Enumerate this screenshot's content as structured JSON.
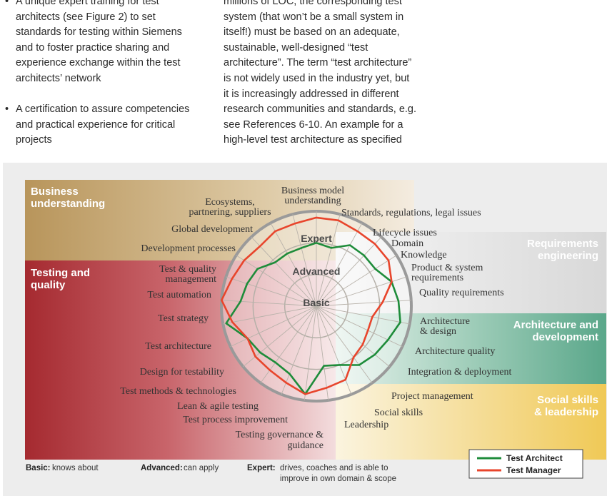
{
  "text": {
    "left_items": [
      [
        "A unique expert training for test",
        "architects (see Figure 2) to set",
        "standards for testing within Siemens",
        "and to foster practice sharing and",
        "experience exchange within the test",
        "architects’ network"
      ],
      [
        "A certification to assure competencies",
        "and practical experience for critical",
        "projects"
      ]
    ],
    "right_lines": [
      "millions of LOC, the corresponding test",
      "system (that won’t be a small system in",
      "itself!) must be based on an adequate,",
      "sustainable, well-designed “test",
      "architecture”. The term “test architecture”",
      "is not widely used in the industry yet, but",
      "it is increasingly addressed in different",
      "research communities and standards, e.g.",
      "see References 6-10. An example for a",
      "high-level test architecture as specified"
    ]
  },
  "figure": {
    "areas": [
      {
        "lines": [
          "Business",
          "understanding"
        ],
        "color": "#b8955b"
      },
      {
        "lines": [
          "Testing and",
          "quality"
        ],
        "color": "#a52a30"
      },
      {
        "lines": [
          "Requirements",
          "engineering"
        ],
        "color": "#dedede"
      },
      {
        "lines": [
          "Architecture and",
          "development"
        ],
        "color": "#5aa78a"
      },
      {
        "lines": [
          "Social skills",
          "& leadership"
        ],
        "color": "#f0c956"
      }
    ],
    "rings": [
      "Basic",
      "Advanced",
      "Expert"
    ],
    "skills": [
      {
        "lines": [
          "Business model",
          "understanding"
        ]
      },
      {
        "lines": [
          "Standards, regulations, legal issues"
        ]
      },
      {
        "lines": [
          "Lifecycle issues"
        ]
      },
      {
        "lines": [
          "Domain"
        ]
      },
      {
        "lines": [
          "Knowledge"
        ]
      },
      {
        "lines": [
          "Product & system",
          "requirements"
        ]
      },
      {
        "lines": [
          "Quality requirements"
        ]
      },
      {
        "lines": [
          "Architecture",
          "& design"
        ]
      },
      {
        "lines": [
          "Architecture quality"
        ]
      },
      {
        "lines": [
          "Integration & deployment"
        ]
      },
      {
        "lines": [
          "Project management"
        ]
      },
      {
        "lines": [
          "Social skills"
        ]
      },
      {
        "lines": [
          "Leadership"
        ]
      },
      {
        "lines": [
          "Testing governance &",
          "guidance"
        ]
      },
      {
        "lines": [
          "Test process improvement"
        ]
      },
      {
        "lines": [
          "Lean & agile testing"
        ]
      },
      {
        "lines": [
          "Test methods & technologies"
        ]
      },
      {
        "lines": [
          "Design for testability"
        ]
      },
      {
        "lines": [
          "Test architecture"
        ]
      },
      {
        "lines": [
          "Test strategy"
        ]
      },
      {
        "lines": [
          "Test automation"
        ]
      },
      {
        "lines": [
          "Test & quality",
          "management"
        ]
      },
      {
        "lines": [
          "Development processes"
        ]
      },
      {
        "lines": [
          "Global development"
        ]
      },
      {
        "lines": [
          "Ecosystems,",
          "partnering, suppliers"
        ]
      }
    ],
    "legend": [
      {
        "name": "Test Architect",
        "color": "#1e8c3a"
      },
      {
        "name": "Test Manager",
        "color": "#e8452c"
      }
    ],
    "footer": [
      {
        "term": "Basic:",
        "lines": [
          "knows about"
        ]
      },
      {
        "term": "Advanced:",
        "lines": [
          "can apply"
        ]
      },
      {
        "term": "Expert:",
        "lines": [
          "drives, coaches and is able to",
          "improve in own domain & scope"
        ]
      }
    ]
  },
  "chart_data": {
    "type": "radar",
    "title": "",
    "axes": [
      "Business model understanding",
      "Standards, regulations, legal issues",
      "Lifecycle issues",
      "Domain",
      "Knowledge",
      "Product & system requirements",
      "Quality requirements",
      "Architecture & design",
      "Architecture quality",
      "Integration & deployment",
      "Project management",
      "Social skills",
      "Leadership",
      "Testing governance & guidance",
      "Test process improvement",
      "Lean & agile testing",
      "Test methods & technologies",
      "Design for testability",
      "Test architecture",
      "Test strategy",
      "Test automation",
      "Test & quality management",
      "Development processes",
      "Global development",
      "Ecosystems, partnering, suppliers"
    ],
    "scale": [
      "Basic",
      "Advanced",
      "Expert"
    ],
    "range": [
      0,
      3
    ],
    "series": [
      {
        "name": "Test Architect",
        "values": [
          2.0,
          1.9,
          2.2,
          2.2,
          2.2,
          2.5,
          2.6,
          2.7,
          2.5,
          2.4,
          2.3,
          2.0,
          1.9,
          2.8,
          2.3,
          2.2,
          2.3,
          2.4,
          2.9,
          2.4,
          2.3,
          2.2,
          1.9,
          1.9,
          1.9
        ]
      },
      {
        "name": "Test Manager",
        "values": [
          2.8,
          2.8,
          2.7,
          2.7,
          2.7,
          2.5,
          2.1,
          1.8,
          1.8,
          1.9,
          2.0,
          2.5,
          2.6,
          2.8,
          2.6,
          2.5,
          2.5,
          2.4,
          2.7,
          3.0,
          2.8,
          2.7,
          2.6,
          2.7,
          2.7
        ]
      }
    ]
  }
}
